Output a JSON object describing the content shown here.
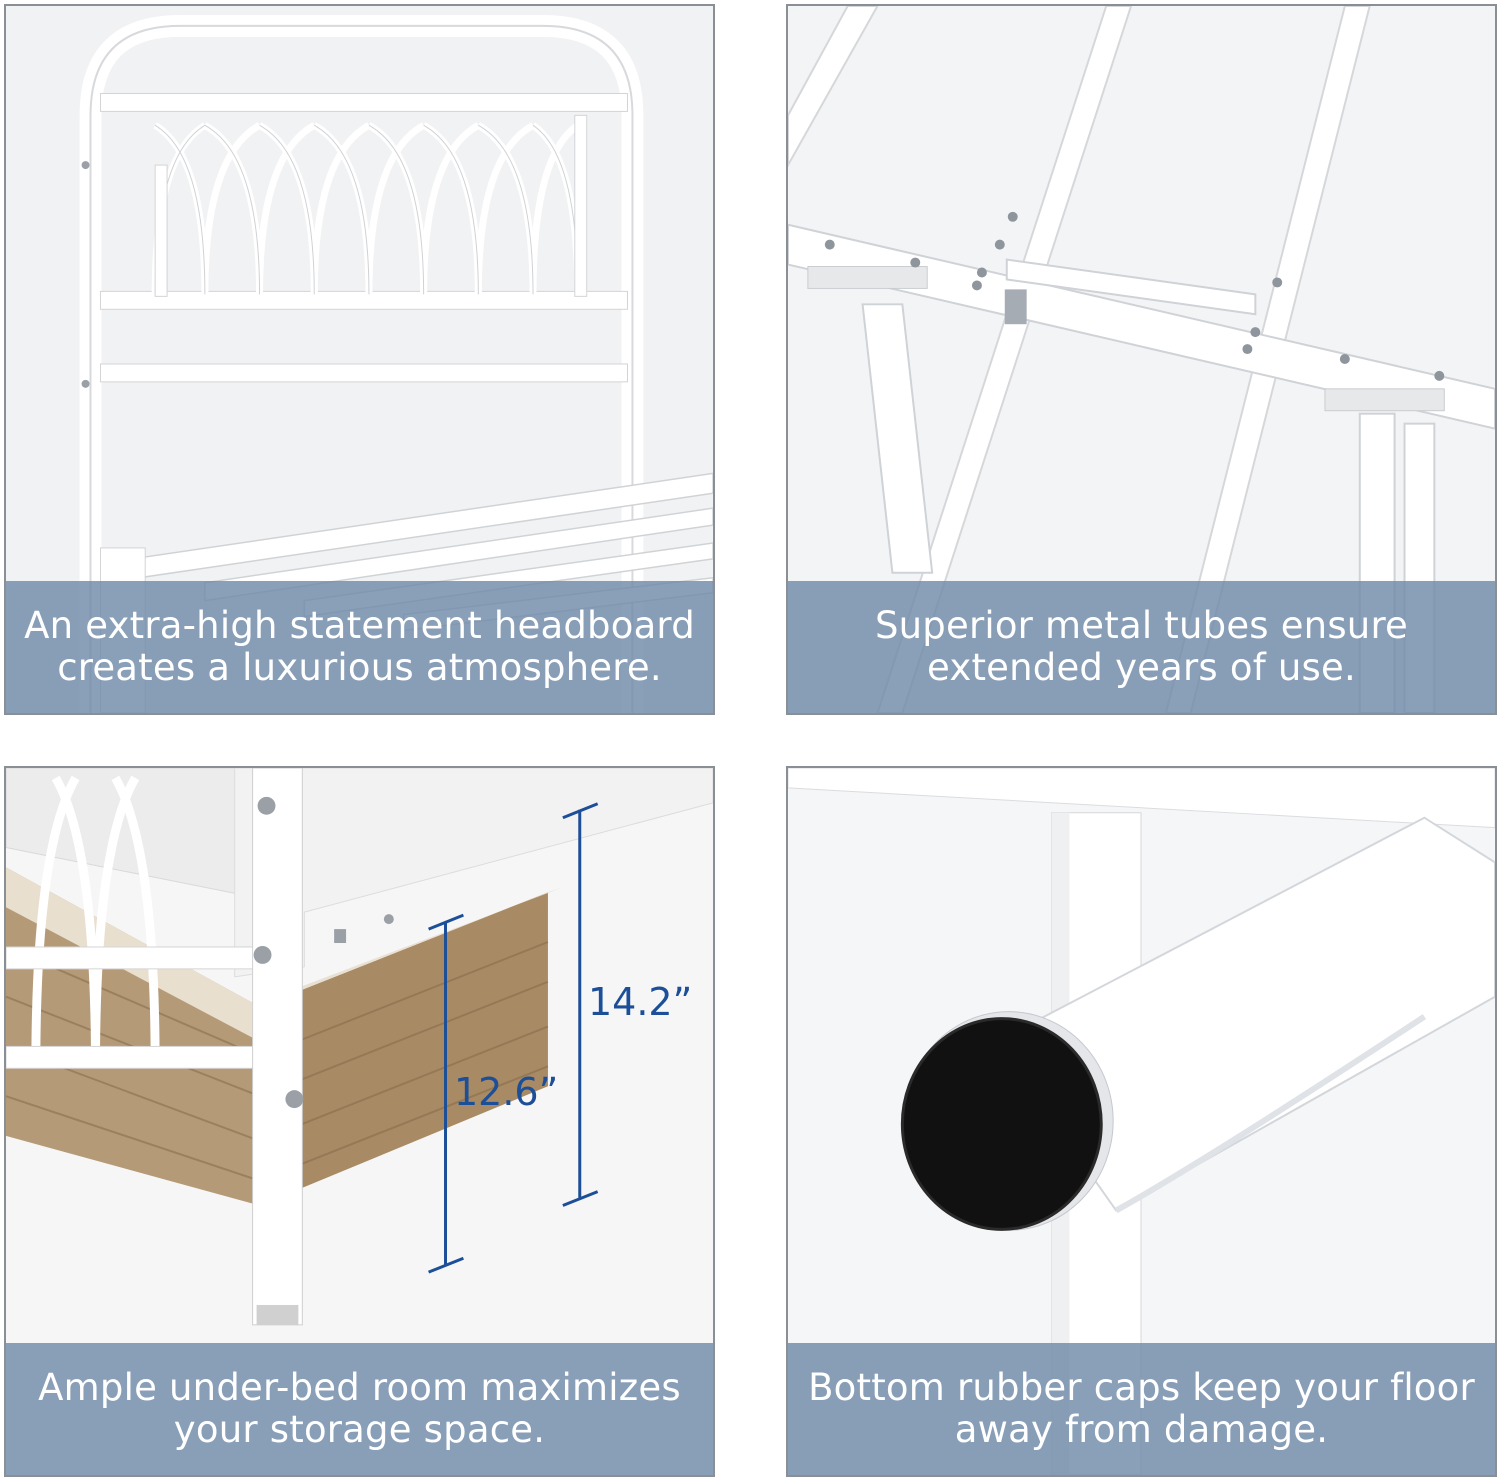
{
  "panels": [
    {
      "caption": "An extra-high statement headboard creates a luxurious atmosphere."
    },
    {
      "caption": "Superior metal tubes ensure extended years of use."
    },
    {
      "caption": "Ample under-bed room maximizes your storage space."
    },
    {
      "caption": "Bottom rubber caps keep your floor away from damage."
    }
  ],
  "dimensions": {
    "outer_height": "14.2”",
    "inner_height": "12.6”"
  },
  "colors": {
    "caption_band": "#708aa8",
    "frame_white": "#ffffff",
    "dimension_blue": "#1c4f97",
    "rubber_cap": "#111111",
    "basket_brown": "#9b8260"
  }
}
